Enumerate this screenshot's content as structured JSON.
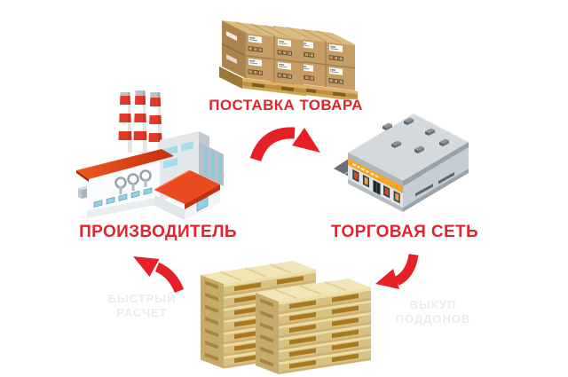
{
  "diagram": {
    "type": "supply-cycle-diagram",
    "background": "#ffffff",
    "nodes": [
      {
        "id": "supply",
        "label": "ПОСТАВКА ТОВАРА",
        "illustration": "cardboard-boxes-on-pallet",
        "position": "top-center"
      },
      {
        "id": "manufacturer",
        "label": "ПРОИЗВОДИТЕЛЬ",
        "illustration": "factory-building",
        "position": "middle-left"
      },
      {
        "id": "retail",
        "label": "ТОРГОВАЯ СЕТЬ",
        "illustration": "supermarket-building",
        "position": "middle-right"
      },
      {
        "id": "pallets",
        "label": "",
        "illustration": "wooden-pallet-stacks",
        "position": "bottom-center"
      }
    ],
    "arrows": [
      {
        "id": "supply-to-retail",
        "shape": "arc-curving-right-down"
      },
      {
        "id": "retail-to-pallets",
        "shape": "arc-curving-left-down"
      },
      {
        "id": "pallets-to-manufacturer",
        "shape": "arc-curving-up-left"
      }
    ],
    "watermarks": [
      {
        "position": "bottom-left",
        "lines": [
          "БЫСТРЫЙ",
          "РАСЧЕТ"
        ]
      },
      {
        "position": "bottom-right",
        "lines": [
          "ВЫКУП",
          "ПОДДОНОВ"
        ]
      }
    ],
    "colors": {
      "accent_red": "#e2252b",
      "arrow_red": "#e71f26",
      "cardboard": "#c79d66",
      "pallet_wood": "#d9c083",
      "roof_red": "#e8431d",
      "watermark_gray": "#ededed"
    }
  }
}
